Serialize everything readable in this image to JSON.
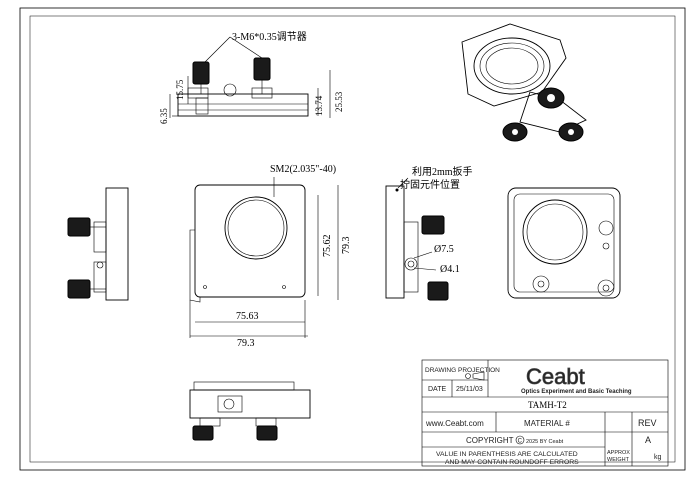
{
  "callouts": {
    "adjusters": "3-M6*0.35调节器",
    "thread": "SM2(2.035\"-40)",
    "tool_line1": "利用2mm扳手",
    "tool_line2": "拧固元件位置"
  },
  "dimensions": {
    "top_15_75": "15.75",
    "top_6_35": "6.35",
    "top_13_74": "13.74",
    "top_25_53": "25.53",
    "front_75_62": "75.62",
    "front_79_3_v": "79.3",
    "front_75_63": "75.63",
    "front_79_3_h": "79.3",
    "side_d7_5": "Ø7.5",
    "side_d4_1": "Ø4.1"
  },
  "title_block": {
    "drawing_projection": "DRAWING PROJECTION",
    "date_label": "DATE",
    "date_value": "25/11/03",
    "logo": "Ceabt",
    "tagline": "Optics Experiment and Basic Teaching",
    "part_number": "TAMH-T2",
    "website": "www.Ceabt.com",
    "material": "MATERIAL #",
    "rev_label": "REV",
    "rev_value": "A",
    "copyright": "COPYRIGHT",
    "copyright_sub": "2025 BY Ceabt",
    "note_line1": "VALUE IN PARENTHESIS ARE CALCULATED",
    "note_line2": "AND MAY CONTAIN ROUNDOFF ERRORS",
    "approx": "APPROX",
    "weight": "WEIGHT",
    "weight_unit": "kg"
  }
}
